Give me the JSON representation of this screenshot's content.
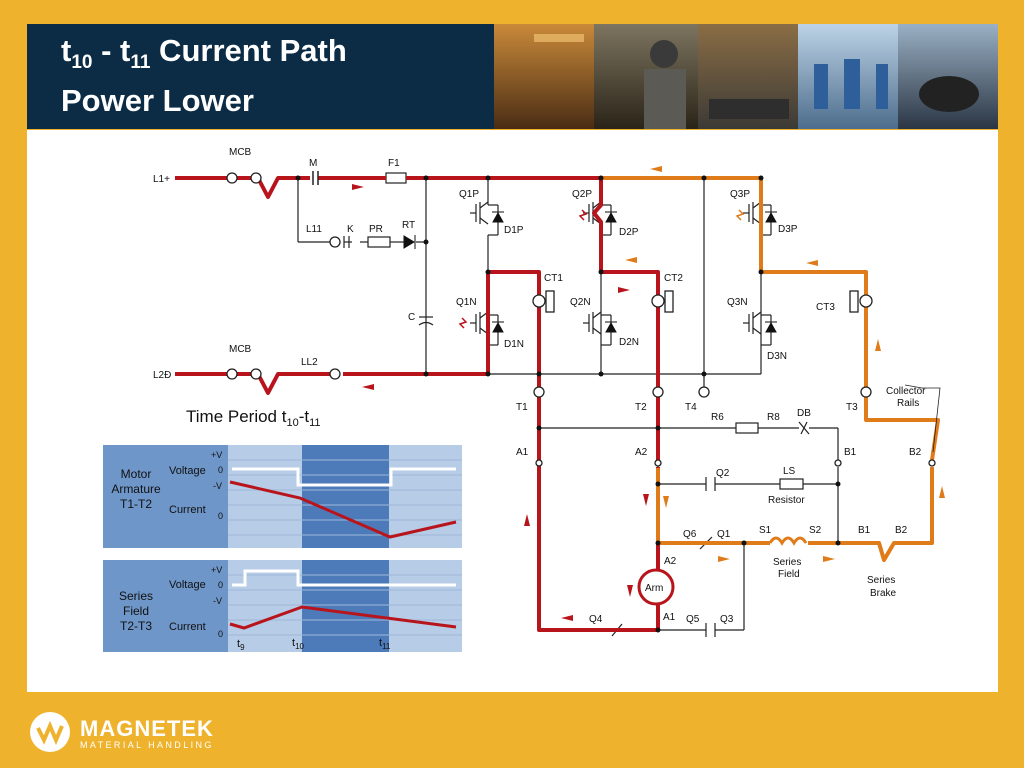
{
  "header": {
    "title_line1": {
      "t1": "t",
      "s1": "10",
      "mid": " - t",
      "s2": "11",
      "rest": " Current Path"
    },
    "title_line2": "Power Lower"
  },
  "schematic": {
    "labels": {
      "mcb_top": "MCB",
      "m": "M",
      "f1": "F1",
      "l1": "L1+",
      "q1p": "Q1P",
      "q2p": "Q2P",
      "q3p": "Q3P",
      "d1p": "D1P",
      "d2p": "D2P",
      "d3p": "D3P",
      "l11": "L11",
      "k": "K",
      "pr": "PR",
      "rt": "RT",
      "ct1": "CT1",
      "ct2": "CT2",
      "ct3": "CT3",
      "q1n": "Q1N",
      "q2n": "Q2N",
      "q3n": "Q3N",
      "d1n": "D1N",
      "d2n": "D2N",
      "d3n": "D3N",
      "c": "C",
      "mcb_bot": "MCB",
      "ll2": "LL2",
      "l2": "L2Ð",
      "collector": "Collector",
      "rails": "Rails",
      "t1": "T1",
      "t2": "T2",
      "t4": "T4",
      "t3": "T3",
      "r6": "R6",
      "r8": "R8",
      "db": "DB",
      "a1_top": "A1",
      "a2_top": "A2",
      "b1_top": "B1",
      "b2_top": "B2",
      "q2": "Q2",
      "ls": "LS",
      "resistor": "Resistor",
      "q6": "Q6",
      "q1": "Q1",
      "s1": "S1",
      "s2": "S2",
      "b1": "B1",
      "b2": "B2",
      "a2": "A2",
      "arm": "Arm",
      "series": "Series",
      "field": "Field",
      "series2": "Series",
      "brake": "Brake",
      "q4": "Q4",
      "a1": "A1",
      "q5": "Q5",
      "q3": "Q3"
    },
    "time_period": {
      "text": "Time Period t",
      "s1": "10",
      "mid": "-t",
      "s2": "11"
    },
    "waveform1": {
      "title": [
        "Motor",
        "Armature",
        "T1-T2"
      ],
      "voltage_label": "Voltage",
      "current_label": "Current",
      "ticks": [
        "+V",
        "0",
        "-V",
        "0"
      ]
    },
    "waveform2": {
      "title": [
        "Series",
        "Field",
        "T2-T3"
      ],
      "voltage_label": "Voltage",
      "current_label": "Current",
      "ticks": [
        "+V",
        "0",
        "-V",
        "0"
      ],
      "t_labels": [
        {
          "t": "t",
          "s": "9"
        },
        {
          "t": "t",
          "s": "10"
        },
        {
          "t": "t",
          "s": "11"
        }
      ]
    }
  },
  "footer": {
    "brand": "MAGNETEK",
    "sub": "MATERIAL HANDLING"
  },
  "colors": {
    "red_path": "#b8141c",
    "orange_path": "#e07b1a",
    "panel": "#6f96c8",
    "active_band": "#4d7ab8"
  }
}
